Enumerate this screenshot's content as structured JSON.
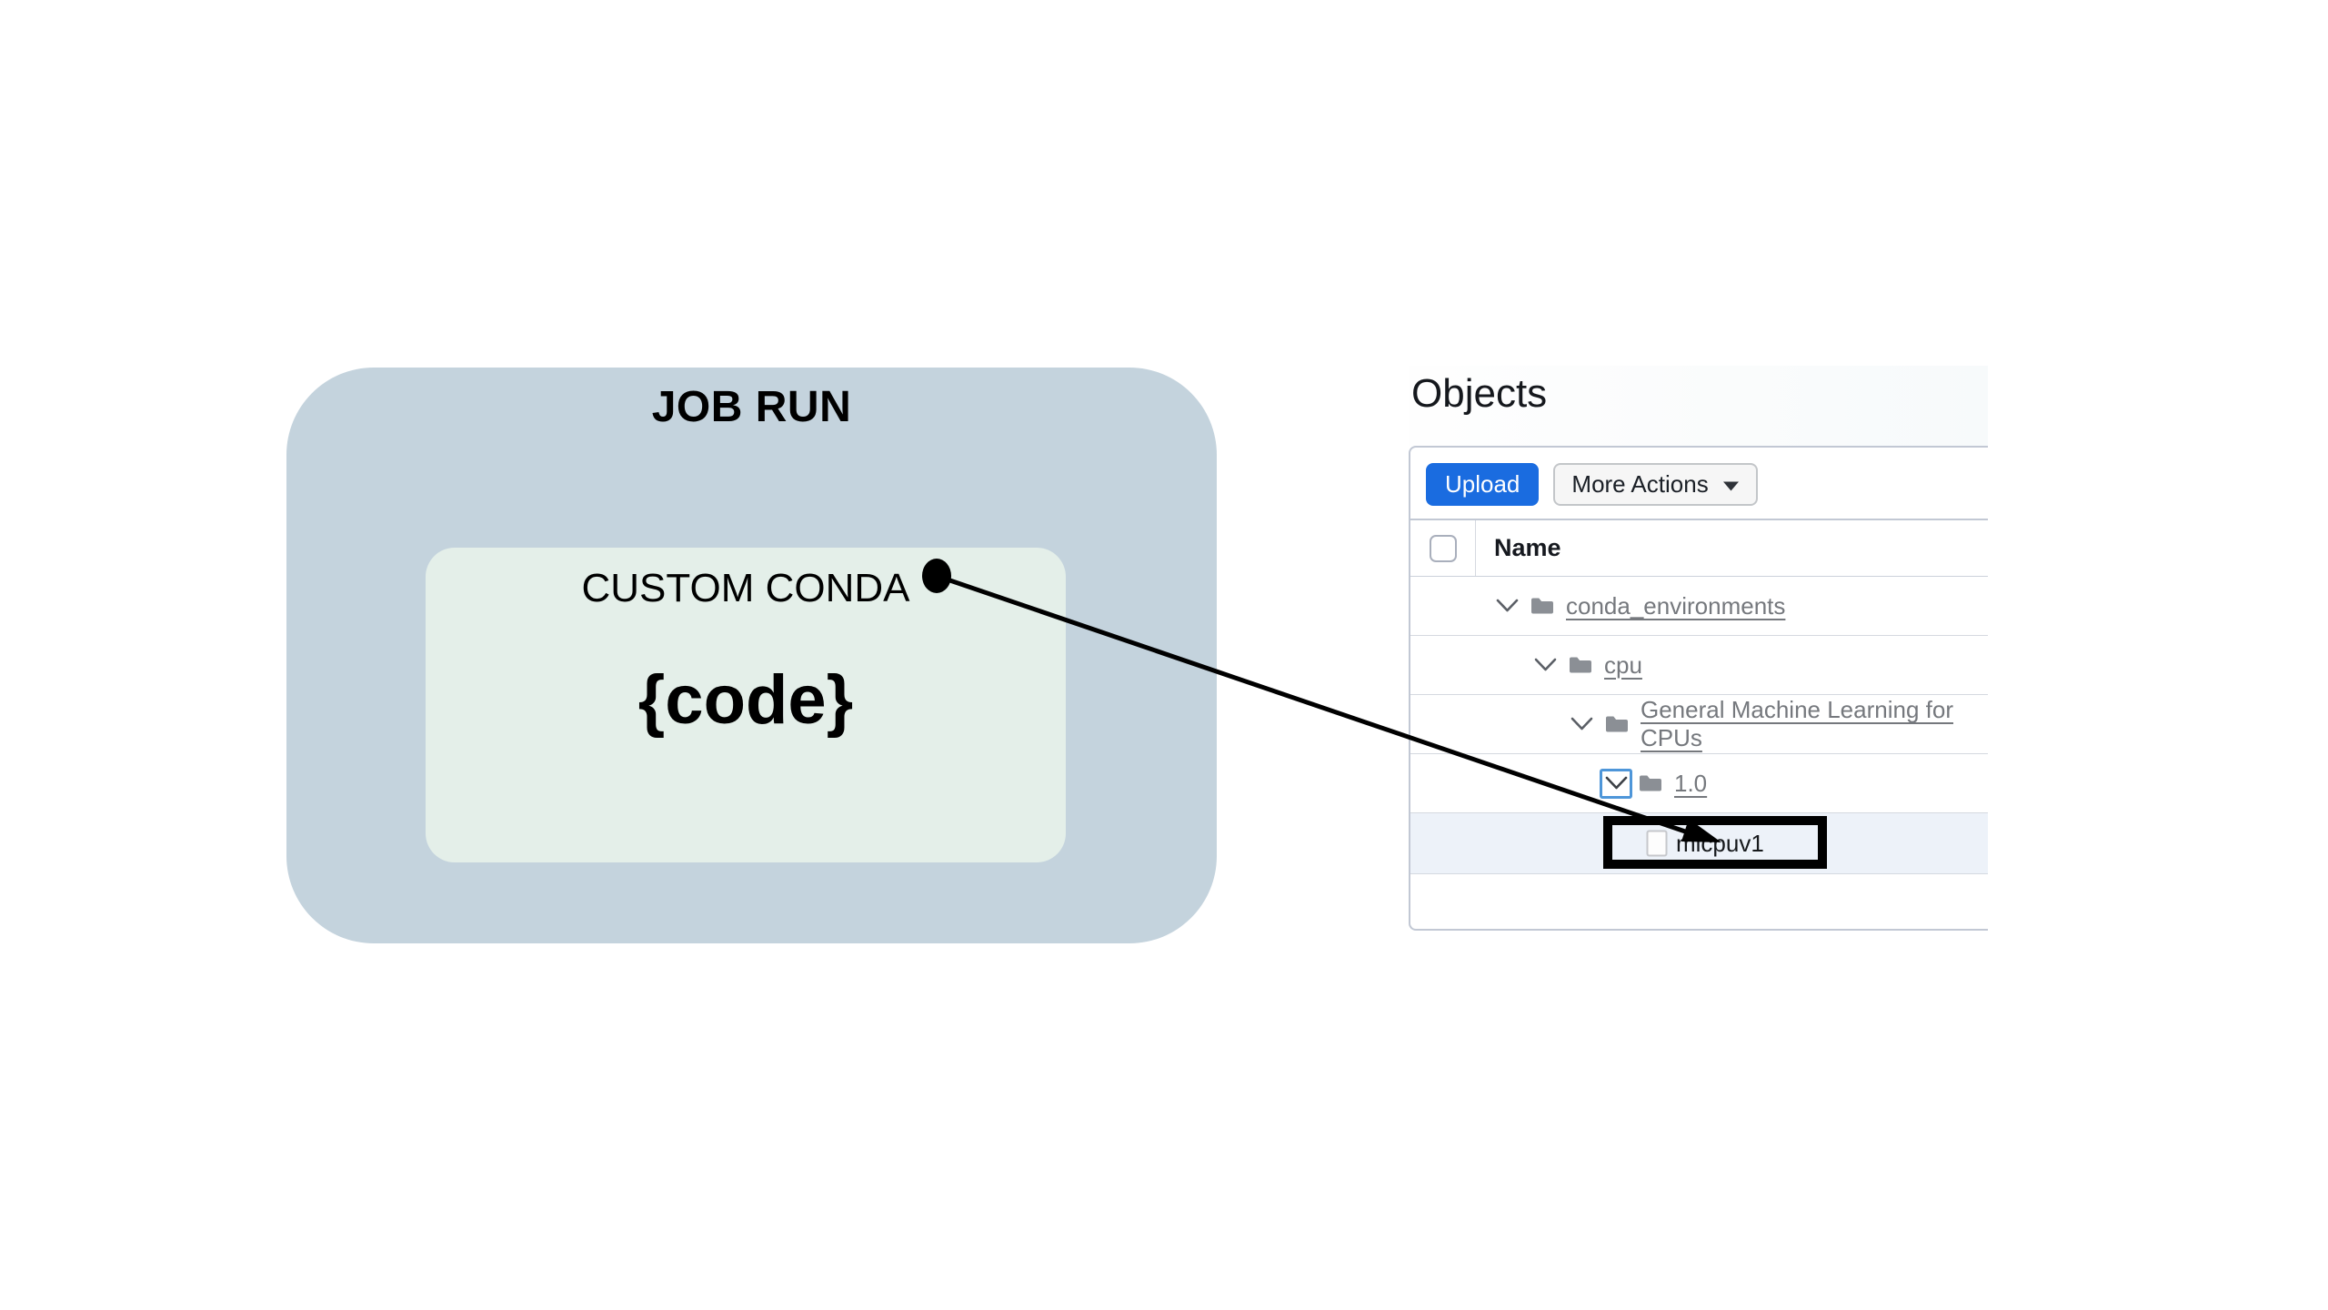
{
  "diagram": {
    "job_run_label": "JOB RUN",
    "custom_conda_label": "CUSTOM CONDA",
    "code_label": "{code}",
    "colors": {
      "outer_box": "#c4d3dd",
      "inner_box": "#e4efe9",
      "connector": "#000000"
    }
  },
  "objects_panel": {
    "title": "Objects",
    "toolbar": {
      "upload_label": "Upload",
      "more_actions_label": "More Actions"
    },
    "table": {
      "name_header": "Name",
      "rows": [
        {
          "label": "conda_environments",
          "kind": "folder",
          "level": 1,
          "expanded": true
        },
        {
          "label": "cpu",
          "kind": "folder",
          "level": 2,
          "expanded": true
        },
        {
          "label": "General Machine Learning for CPUs",
          "kind": "folder",
          "level": 3,
          "expanded": true
        },
        {
          "label": "1.0",
          "kind": "folder",
          "level": 4,
          "expanded": true,
          "focused": true
        },
        {
          "label": "mlcpuv1",
          "kind": "file",
          "level": 5,
          "highlighted": true
        }
      ]
    },
    "colors": {
      "primary_button": "#1a6ce0",
      "focus_ring": "#4e96d9",
      "highlight_row": "#edf2f9",
      "link_text": "#75787d"
    }
  }
}
